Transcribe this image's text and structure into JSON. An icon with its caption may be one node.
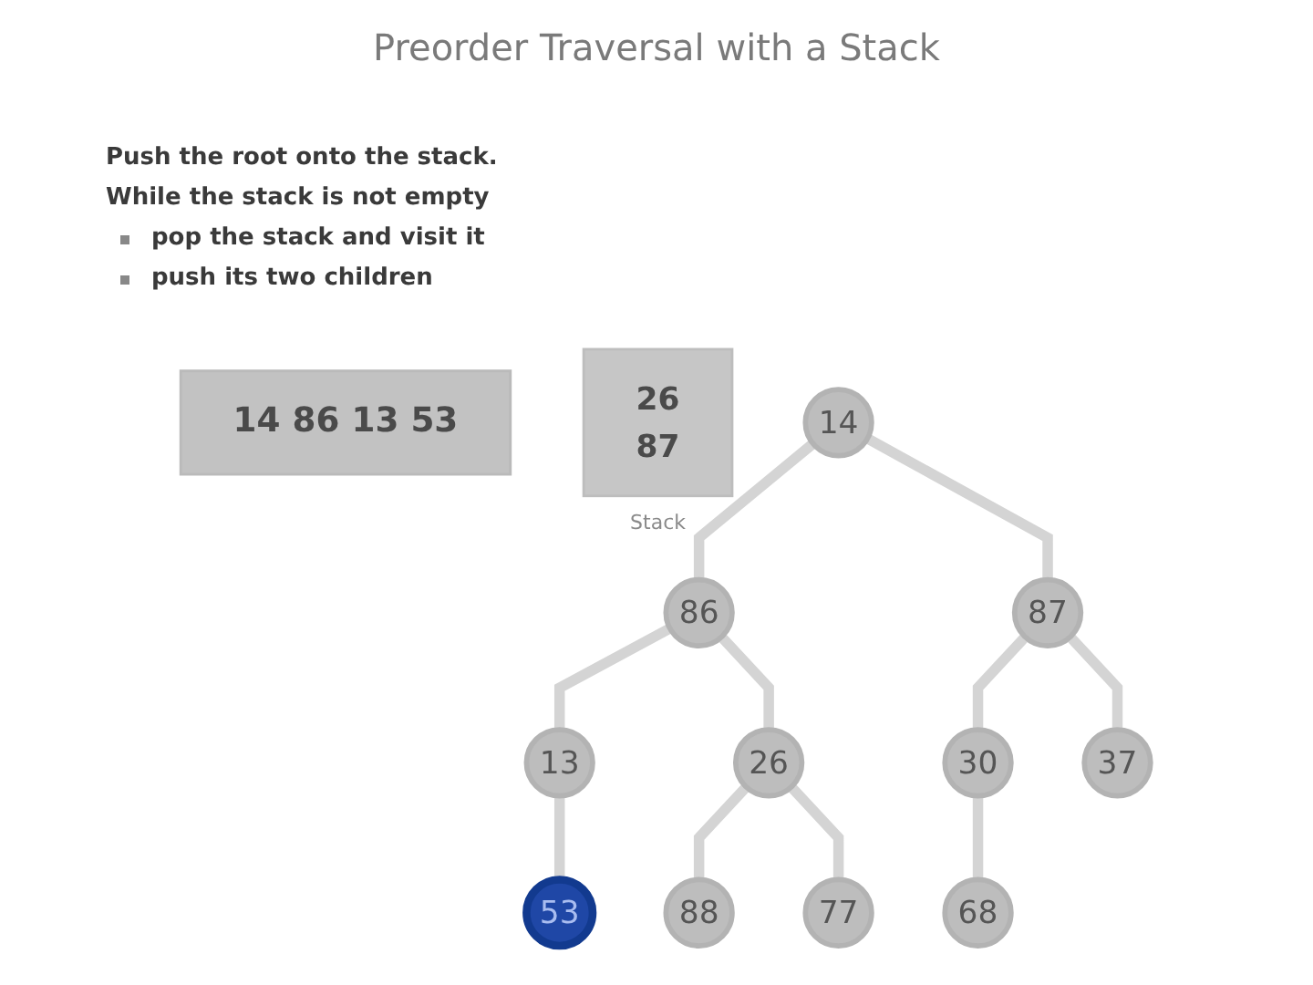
{
  "diagram": {
    "title": "Preorder Traversal with a Stack",
    "nodes": [
      {
        "text": [
          "14 86 13 53"
        ]
      },
      {
        "text": [
          "26",
          "87"
        ],
        "beside": [
          "Stack"
        ]
      },
      {
        "text": [
          "14"
        ]
      },
      {
        "text": [
          "86"
        ]
      },
      {
        "text": [
          "87"
        ]
      },
      {
        "text": [
          "13"
        ]
      },
      {
        "text": [
          "26"
        ]
      },
      {
        "text": [
          "30"
        ]
      },
      {
        "text": [
          "37"
        ]
      },
      {
        "text": [
          "53"
        ]
      },
      {
        "text": [
          "88"
        ]
      },
      {
        "text": [
          "77"
        ]
      },
      {
        "text": [
          "68"
        ]
      }
    ],
    "edges": [
      {
        "from": 2,
        "to": 3,
        "arrow": "none"
      },
      {
        "from": 2,
        "to": 4,
        "arrow": "none"
      },
      {
        "from": 3,
        "to": 5,
        "arrow": "none"
      },
      {
        "from": 3,
        "to": 6,
        "arrow": "none"
      },
      {
        "from": 4,
        "to": 7,
        "arrow": "none"
      },
      {
        "from": 4,
        "to": 8,
        "arrow": "none"
      },
      {
        "from": 5,
        "to": 9,
        "arrow": "none"
      },
      {
        "from": 6,
        "to": 10,
        "arrow": "none"
      },
      {
        "from": 6,
        "to": 11,
        "arrow": "none"
      },
      {
        "from": 7,
        "to": 12,
        "arrow": "none"
      }
    ],
    "labels": [
      "Push the root onto the stack.",
      "While the stack is not empty",
      "pop the stack and visit it",
      "push its two children"
    ]
  }
}
